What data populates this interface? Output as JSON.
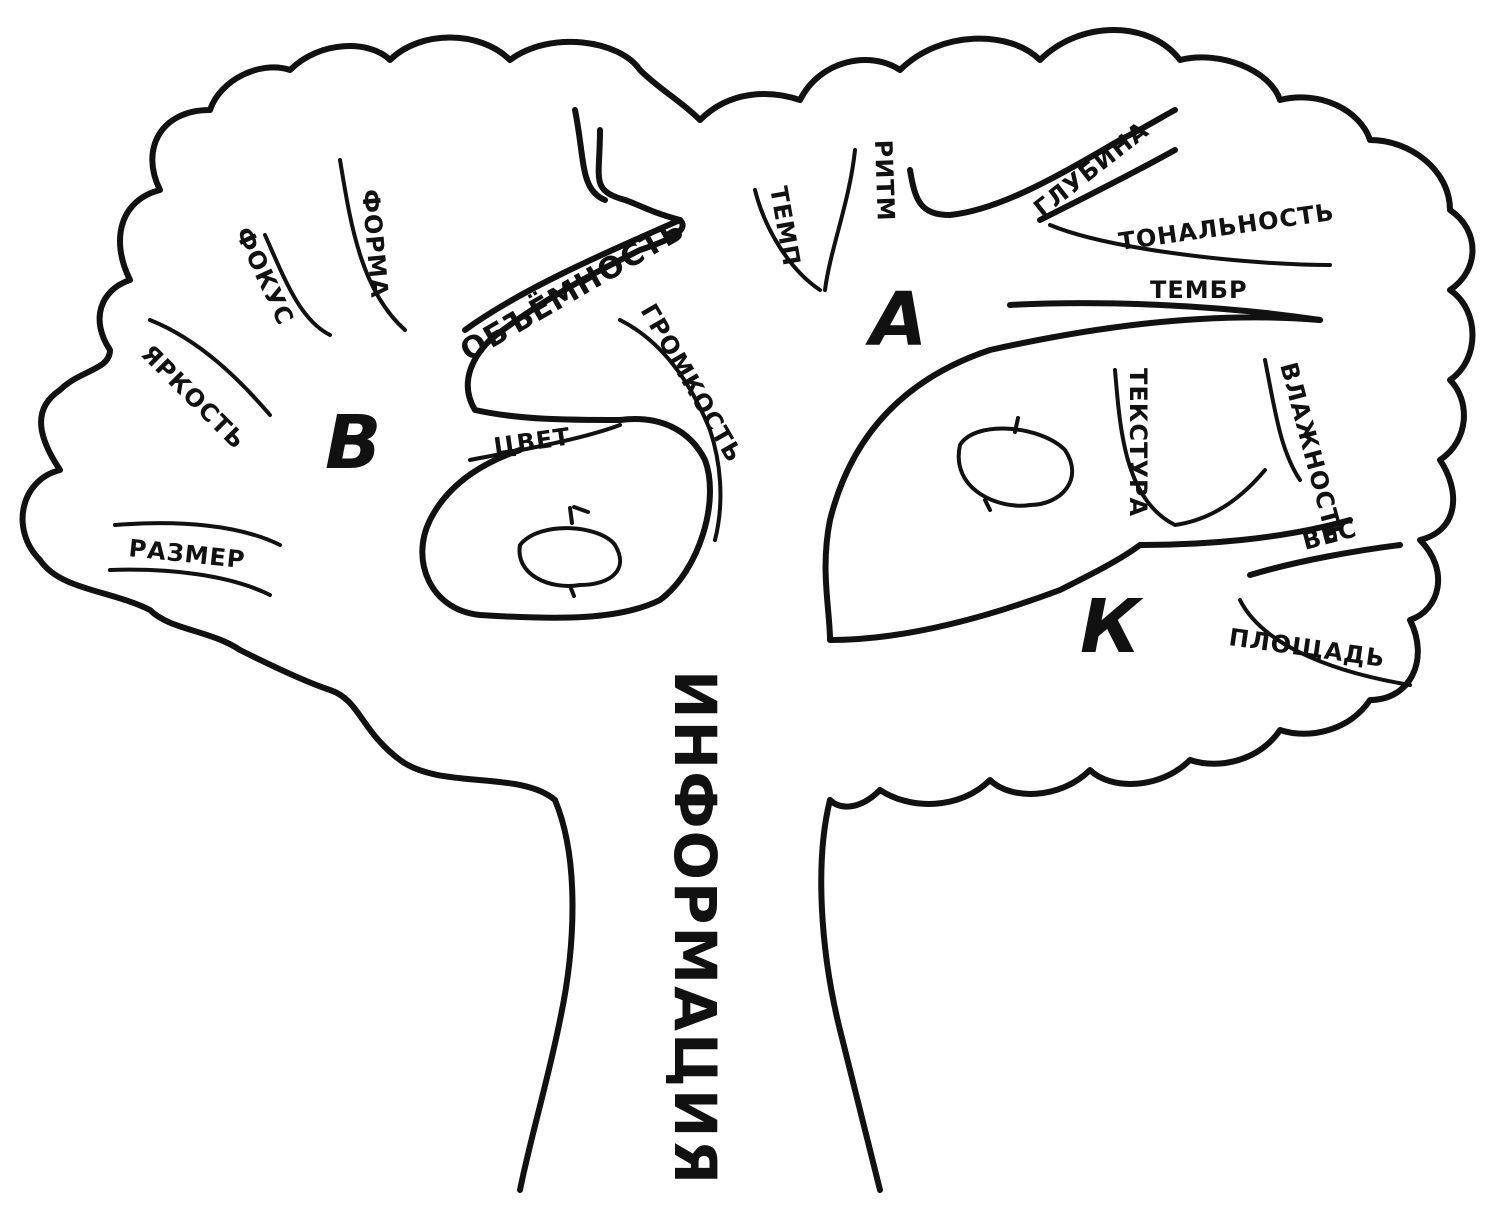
{
  "diagram": {
    "trunk_label": "ИНФОРМАЦИЯ",
    "branches": [
      {
        "letter": "В",
        "labels": [
          "РАЗМЕР",
          "ЯРКОСТЬ",
          "ФОКУС",
          "ФОРМА",
          "ОБЪЁМНОСТЬ",
          "ЦВЕТ"
        ]
      },
      {
        "letter": "А",
        "labels": [
          "ГРОМКОСТЬ",
          "ТЕМП",
          "РИТМ",
          "ГЛУБИНА",
          "ТОНАЛЬНОСТЬ",
          "ТЕМБР"
        ]
      },
      {
        "letter": "К",
        "labels": [
          "ТЕКСТУРА",
          "ВЛАЖНОСТЬ",
          "ВЕС",
          "ПЛОЩАДЬ"
        ]
      }
    ]
  },
  "style": {
    "ink_color": "#111111",
    "background": "#ffffff"
  },
  "icons": [
    "apple-icon",
    "apple-icon"
  ]
}
